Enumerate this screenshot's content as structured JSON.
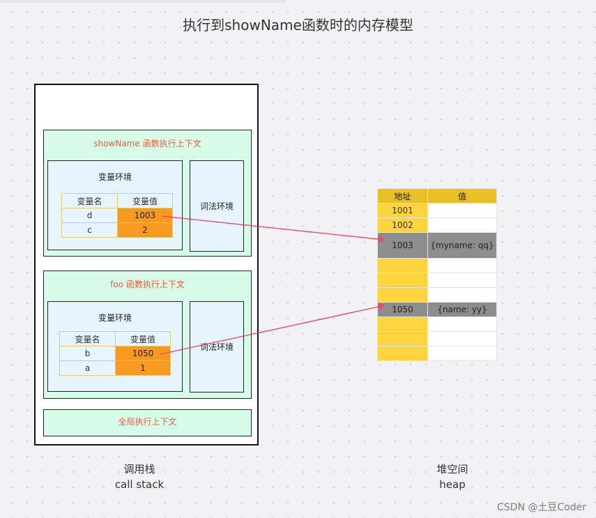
{
  "title": "执行到showName函数时的内存模型",
  "call_stack": {
    "caption_cn": "调用栈",
    "caption_en": "call stack",
    "contexts": [
      {
        "title": "showName 函数执行上下文",
        "variable_env_title": "变量环境",
        "lexical_env_title": "词法环境",
        "table_headers": [
          "变量名",
          "变量值"
        ],
        "rows": [
          {
            "name": "d",
            "value": "1003"
          },
          {
            "name": "c",
            "value": "2"
          }
        ]
      },
      {
        "title": "foo 函数执行上下文",
        "variable_env_title": "变量环境",
        "lexical_env_title": "词法环境",
        "table_headers": [
          "变量名",
          "变量值"
        ],
        "rows": [
          {
            "name": "b",
            "value": "1050"
          },
          {
            "name": "a",
            "value": "1"
          }
        ]
      }
    ],
    "global_context": "全局执行上下文"
  },
  "heap": {
    "caption_cn": "堆空间",
    "caption_en": "heap",
    "headers": [
      "地址",
      "值"
    ],
    "rows": [
      {
        "addr": "1001",
        "value": ""
      },
      {
        "addr": "1002",
        "value": ""
      },
      {
        "addr": "1003",
        "value": "{myname: qq}"
      },
      {
        "addr": "",
        "value": ""
      },
      {
        "addr": "",
        "value": ""
      },
      {
        "addr": "",
        "value": ""
      },
      {
        "addr": "1050",
        "value": "{name: yy}"
      },
      {
        "addr": "",
        "value": ""
      },
      {
        "addr": "",
        "value": ""
      },
      {
        "addr": "",
        "value": ""
      }
    ]
  },
  "colors": {
    "context_bg": "#d7fbe9",
    "context_title": "#f05a3c",
    "env_bg": "#e6f4fd",
    "value_cell": "#f79a1f",
    "heap_header": "#e8bf24",
    "heap_addr": "#fed43d",
    "heap_object": "#8d8d8d",
    "arrow": "#f0456a"
  },
  "watermark": "CSDN @土豆Coder"
}
